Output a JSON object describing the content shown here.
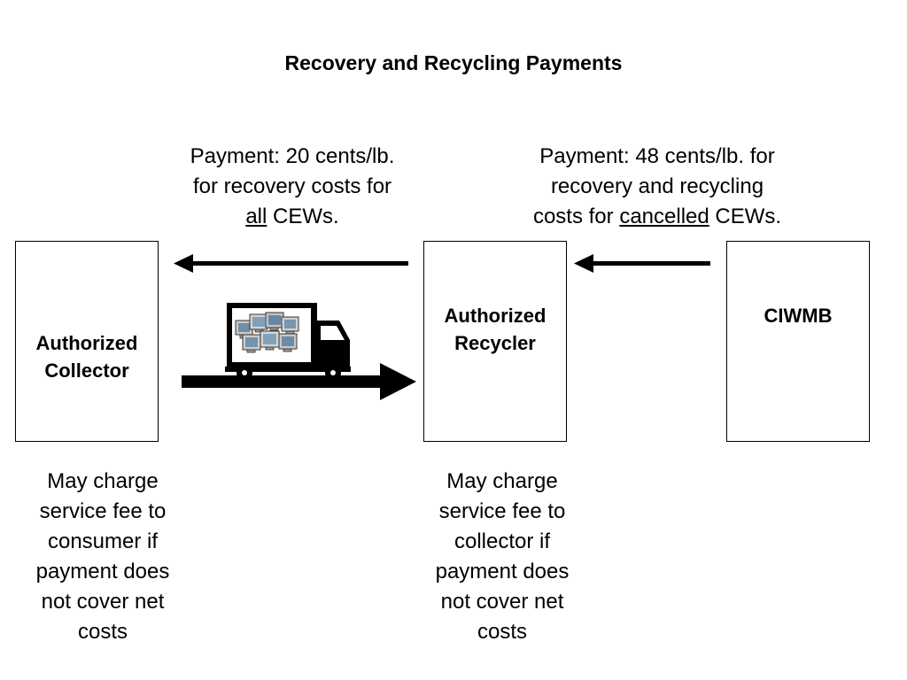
{
  "title": "Recovery and Recycling Payments",
  "payments": {
    "recycler_to_collector": {
      "line1": "Payment:  20 cents/lb.",
      "line2": "for recovery costs for",
      "line3_underlined": "all",
      "line3_rest": " CEWs."
    },
    "ciwmb_to_recycler": {
      "line1": "Payment:  48 cents/lb. for",
      "line2": "recovery and recycling",
      "line3_prefix": "costs for ",
      "line3_underlined": "cancelled",
      "line3_rest": " CEWs."
    }
  },
  "boxes": {
    "collector": [
      "Authorized",
      "Collector"
    ],
    "recycler": [
      "Authorized",
      "Recycler"
    ],
    "ciwmb": "CIWMB"
  },
  "notes": {
    "collector": [
      "May charge",
      "service fee to",
      "consumer if",
      "payment does",
      "not cover net",
      "costs"
    ],
    "recycler": [
      "May charge",
      "service fee to",
      "collector if",
      "payment does",
      "not cover net",
      "costs"
    ]
  },
  "icons": {
    "truck": "delivery-truck-icon",
    "monitors": "computer-monitors-icon"
  }
}
